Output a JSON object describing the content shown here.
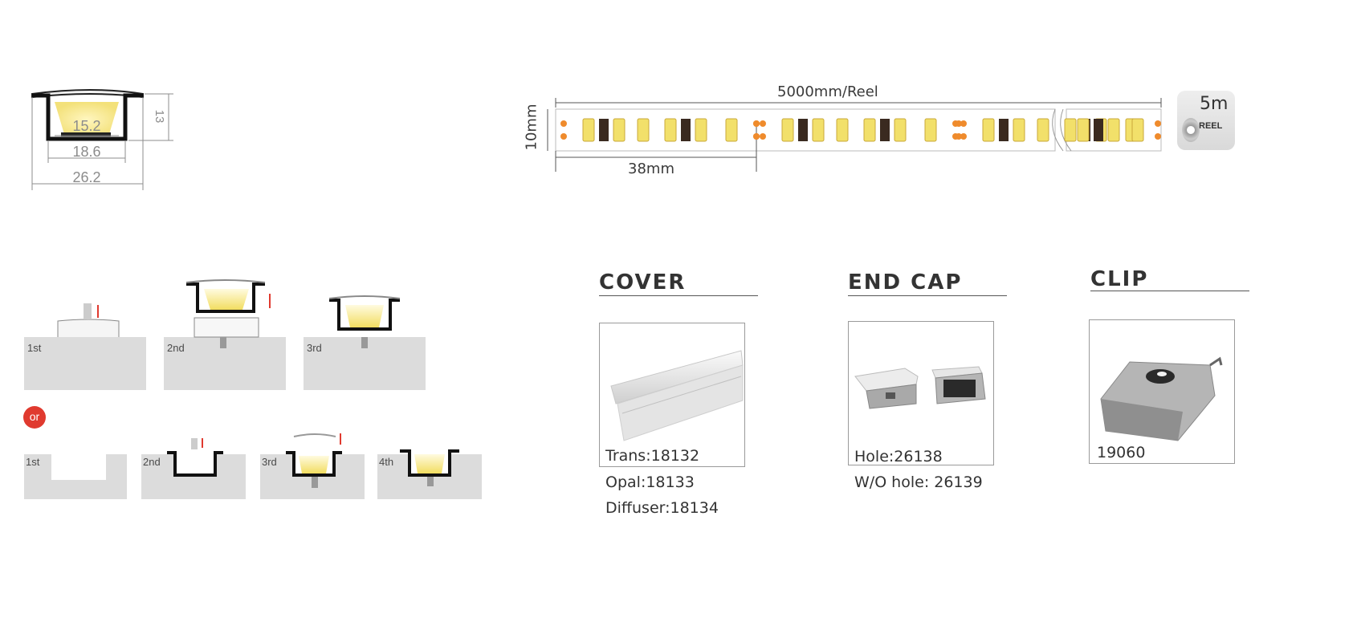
{
  "profile": {
    "dim_top": "15.2",
    "dim_mid": "18.6",
    "dim_bottom": "26.2",
    "dim_height": "13"
  },
  "strip": {
    "reel_length": "5000mm/Reel",
    "width": "10mm",
    "segment": "38mm",
    "badge_length": "5m",
    "badge_label": "REEL"
  },
  "install": {
    "row1_steps": [
      "1st",
      "2nd",
      "3rd"
    ],
    "or_label": "or",
    "row2_steps": [
      "1st",
      "2nd",
      "3rd",
      "4th"
    ]
  },
  "accessories": {
    "cover": {
      "title": "COVER",
      "codes": [
        "Trans:18132",
        "Opal:18133",
        "Diffuser:18134"
      ]
    },
    "end_cap": {
      "title": "END CAP",
      "codes": [
        "Hole:26138",
        "W/O hole: 26139"
      ]
    },
    "clip": {
      "title": "CLIP",
      "codes": [
        "19060"
      ]
    }
  }
}
